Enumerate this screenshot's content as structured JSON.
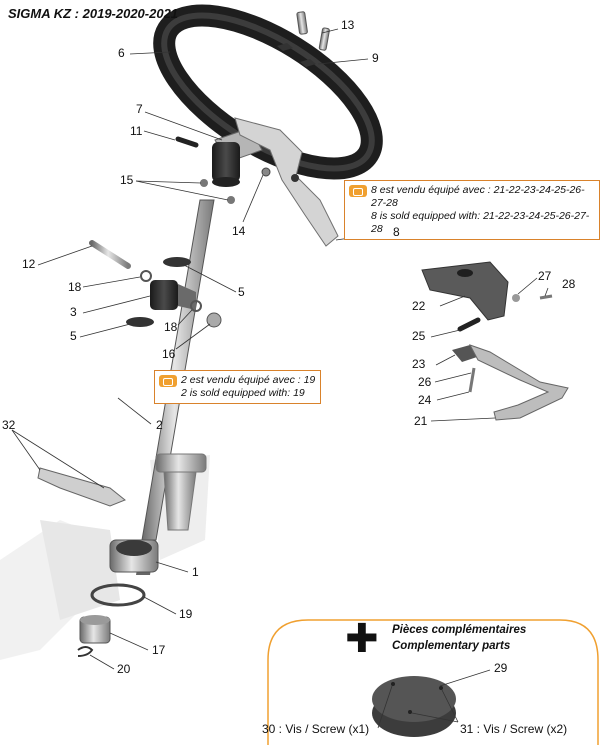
{
  "title": "SIGMA KZ : 2019-2020-2021",
  "notes": [
    {
      "line1": "8 est vendu équipé avec : 21-22-23-24-25-26-27-28",
      "line2": "8 is sold equipped with: 21-22-23-24-25-26-27-28"
    },
    {
      "line1": "2 est vendu équipé avec : 19",
      "line2": "2 is sold equipped with: 19"
    }
  ],
  "callouts": [
    "13",
    "6",
    "9",
    "7",
    "11",
    "15",
    "14",
    "8",
    "12",
    "18",
    "5",
    "3",
    "18",
    "5",
    "16",
    "22",
    "27",
    "28",
    "25",
    "23",
    "26",
    "24",
    "21",
    "2",
    "32",
    "1",
    "19",
    "17",
    "20",
    "29"
  ],
  "complementary": {
    "title_fr": "Pièces complémentaires",
    "title_en": "Complementary parts",
    "screw30": "30 : Vis / Screw (x1)",
    "screw31": "31 : Vis / Screw (x2)"
  },
  "colors": {
    "note_border": "#d9822b",
    "comp_border": "#f0a030",
    "part_dark": "#2b2b2b",
    "part_light": "#c8c8c8"
  }
}
